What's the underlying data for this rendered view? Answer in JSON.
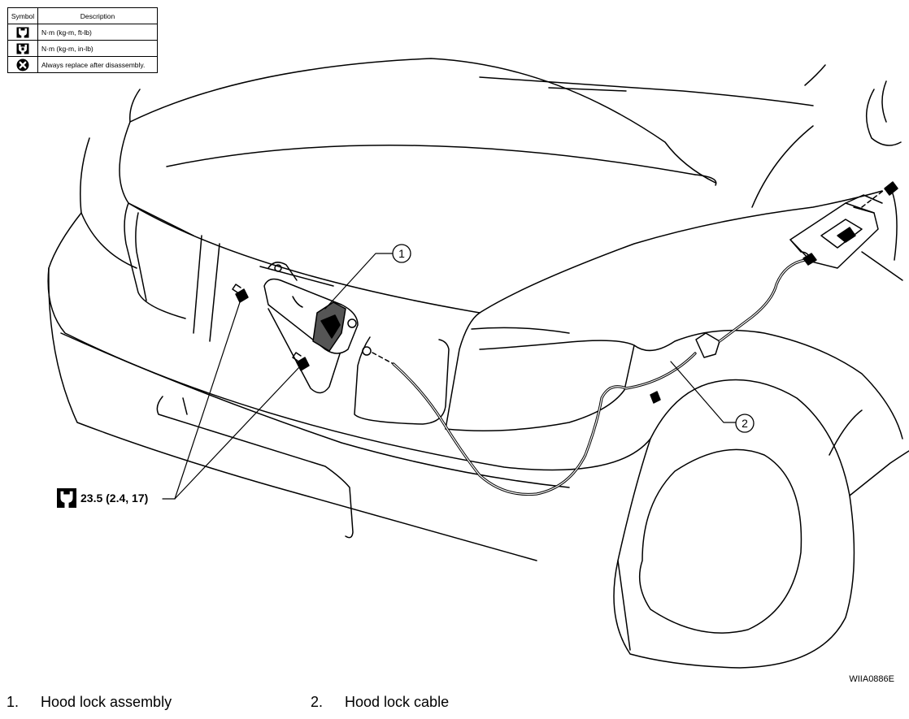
{
  "legend": {
    "header_symbol": "Symbol",
    "header_description": "Description",
    "rows": [
      {
        "icon": "torque-wrench-ftlb-icon",
        "description": "N·m (kg-m, ft-lb)"
      },
      {
        "icon": "torque-wrench-inlb-icon",
        "description": "N·m (kg-m, in-lb)"
      },
      {
        "icon": "replace-x-icon",
        "description": "Always replace after disassembly."
      }
    ]
  },
  "callouts": [
    {
      "number": "1"
    },
    {
      "number": "2"
    }
  ],
  "torque_spec": "23.5 (2.4, 17)",
  "figure_code": "WIIA0886E",
  "captions": [
    {
      "number": "1.",
      "text": "Hood lock assembly"
    },
    {
      "number": "2.",
      "text": "Hood lock cable"
    }
  ]
}
